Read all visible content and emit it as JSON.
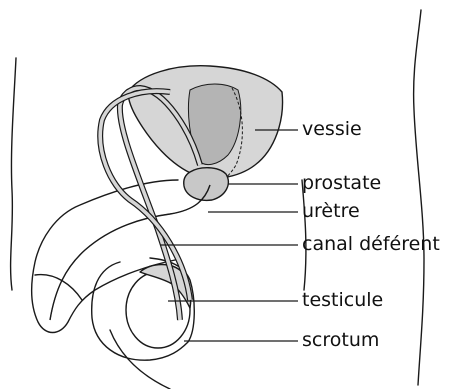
{
  "labels": {
    "vessie": "vessie",
    "prostate": "prostate",
    "uretre": "urètre",
    "canal_deferent": "canal déférent",
    "testicule": "testicule",
    "scrotum": "scrotum"
  },
  "colors": {
    "organ_light": "#d6d6d6",
    "organ_mid": "#bdbdbd",
    "organ_dark": "#9c9c9c",
    "line": "#1a1a1a"
  }
}
